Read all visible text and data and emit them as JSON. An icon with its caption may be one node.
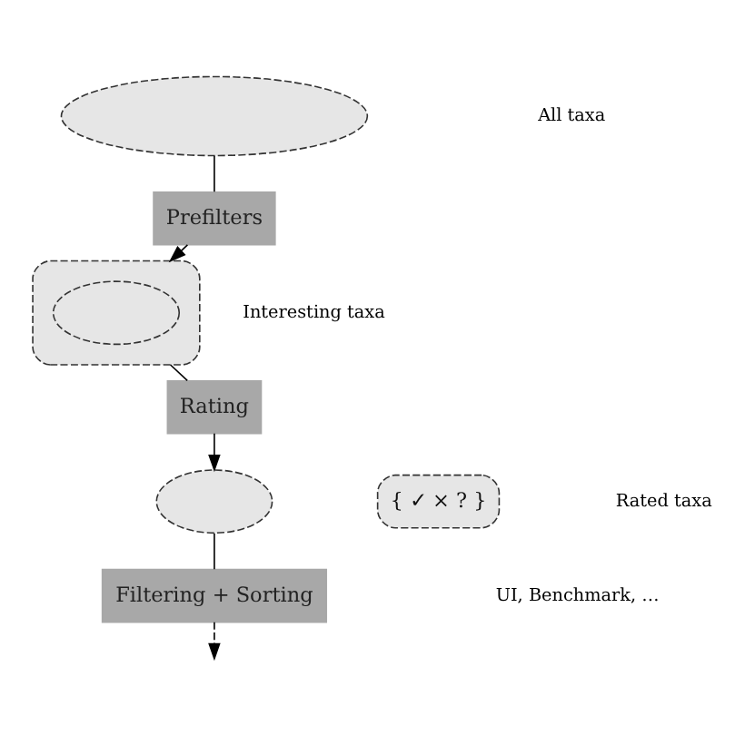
{
  "diagram": {
    "nodes": [
      {
        "text": [],
        "shape": "cloud"
      },
      {
        "text": [
          "Prefilters"
        ]
      },
      {
        "text": [],
        "shape": "cloud"
      },
      {
        "text": [],
        "shape": "cloud",
        "in": 2
      },
      {
        "text": [
          "Rating"
        ]
      },
      {
        "text": [],
        "shape": "cloud"
      },
      {
        "text": [
          "{ ✓ × ? }"
        ]
      },
      {
        "text": [
          "Filtering + Sorting"
        ]
      }
    ],
    "edges": [
      {
        "from": 0,
        "to": 1,
        "arrow": "none"
      },
      {
        "from": 1,
        "to": 2,
        "arrow": "to"
      },
      {
        "from": 2,
        "to": 4,
        "arrow": "none"
      },
      {
        "from": 4,
        "to": 5,
        "arrow": "to"
      },
      {
        "from": 5,
        "to": 7,
        "arrow": "none"
      },
      {
        "from": 7,
        "to": null,
        "arrow": "to",
        "style": "dashed"
      }
    ],
    "labels": [
      "All taxa",
      "Interesting taxa",
      "Rated taxa",
      "UI, Benchmark, …"
    ]
  }
}
